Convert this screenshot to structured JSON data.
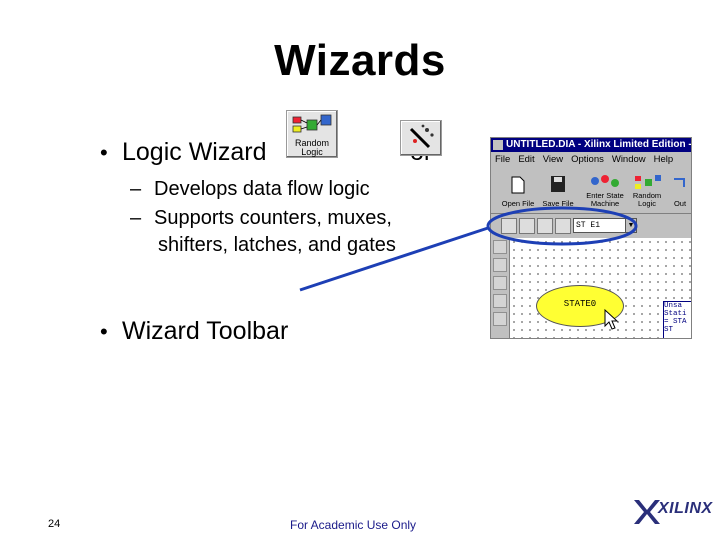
{
  "slide": {
    "title": "Wizards",
    "bullets": [
      {
        "text": "Logic Wizard",
        "subs": [
          "Develops data flow logic",
          "Supports counters, muxes,",
          "shifters, latches, and gates"
        ]
      },
      {
        "text": "Wizard Toolbar"
      }
    ],
    "icons": {
      "random_logic_label_line1": "Random",
      "random_logic_label_line2": "Logic",
      "wizard_icon": "wand-icon",
      "or_text": "or"
    },
    "page_number": "24",
    "footer": "For Academic Use Only",
    "logo_text": "XILINX"
  },
  "screenshot": {
    "window_title": "UNTITLED.DIA - Xilinx Limited Edition - SC",
    "menu": [
      "File",
      "Edit",
      "View",
      "Options",
      "Window",
      "Help"
    ],
    "toolbar": [
      {
        "label": "Open File",
        "icon": "folder-icon"
      },
      {
        "label": "Save File",
        "icon": "floppy-icon"
      },
      {
        "label": "Enter State Machine",
        "icon": "state-icon"
      },
      {
        "label": "Random Logic",
        "icon": "logic-icon"
      },
      {
        "label": "Out",
        "icon": "wire-icon"
      }
    ],
    "combo_value": "ST E1",
    "state_label": "STATE0",
    "side_text": [
      "Unsa",
      "Stati",
      "= STA",
      "ST"
    ]
  },
  "colors": {
    "title_bar": "#000080",
    "state_bubble": "#ffff33",
    "highlight_ring": "#1d3fb5",
    "footer_text": "#1a1a8a"
  }
}
